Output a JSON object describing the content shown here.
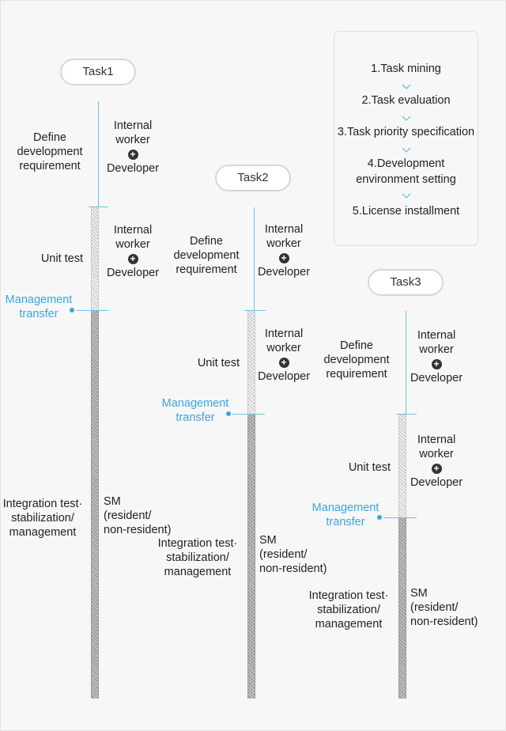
{
  "steps": [
    "1.Task mining",
    "2.Task evaluation",
    "3.Task priority specification",
    "4.Development\nenvironment setting",
    "5.License installment"
  ],
  "tasks": [
    {
      "name": "Task1",
      "define_label": "Define\ndevelopment\nrequirement",
      "dev_internal": "Internal\nworker",
      "dev_developer": "Developer",
      "unit_test": "Unit test",
      "test_internal": "Internal\nworker",
      "test_developer": "Developer",
      "management": "Management\ntransfer",
      "integration": "Integration test·\nstabilization/\nmanagement",
      "sm": "SM\n(resident/\nnon-resident)"
    },
    {
      "name": "Task2",
      "define_label": "Define\ndevelopment\nrequirement",
      "dev_internal": "Internal\nworker",
      "dev_developer": "Developer",
      "unit_test": "Unit test",
      "test_internal": "Internal\nworker",
      "test_developer": "Developer",
      "management": "Management\ntransfer",
      "integration": "Integration test·\nstabilization/\nmanagement",
      "sm": "SM\n(resident/\nnon-resident)"
    },
    {
      "name": "Task3",
      "define_label": "Define\ndevelopment\nrequirement",
      "dev_internal": "Internal\nworker",
      "dev_developer": "Developer",
      "unit_test": "Unit test",
      "test_internal": "Internal\nworker",
      "test_developer": "Developer",
      "management": "Management\ntransfer",
      "integration": "Integration test·\nstabilization/\nmanagement",
      "sm": "SM\n(resident/\nnon-resident)"
    }
  ],
  "icons": {
    "plus": "plus-circle-icon",
    "chevron": "chevron-down-icon"
  },
  "colors": {
    "accent": "#3aa6dc",
    "bar_dark": "#8d8d8d",
    "bar_light": "#bdbdbd"
  }
}
